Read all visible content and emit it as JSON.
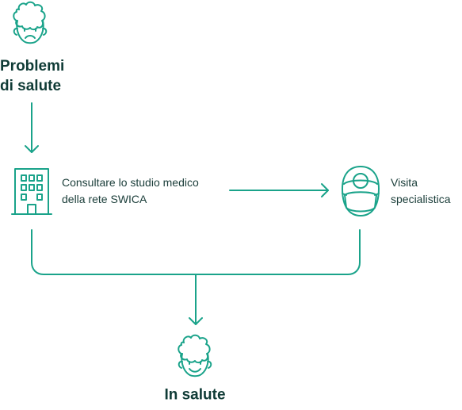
{
  "colors": {
    "accent": "#1aa38a",
    "text": "#0f3b36"
  },
  "nodes": {
    "problem": {
      "line1": "Problemi",
      "line2": "di salute",
      "icon": "sad-face-icon"
    },
    "consult": {
      "line1": "Consultare lo studio medico",
      "line2": "della rete SWICA",
      "icon": "building-icon"
    },
    "visit": {
      "line1": "Visita",
      "line2": "specialistica",
      "icon": "doctor-mask-icon"
    },
    "healthy": {
      "label": "In salute",
      "icon": "happy-face-icon"
    }
  }
}
